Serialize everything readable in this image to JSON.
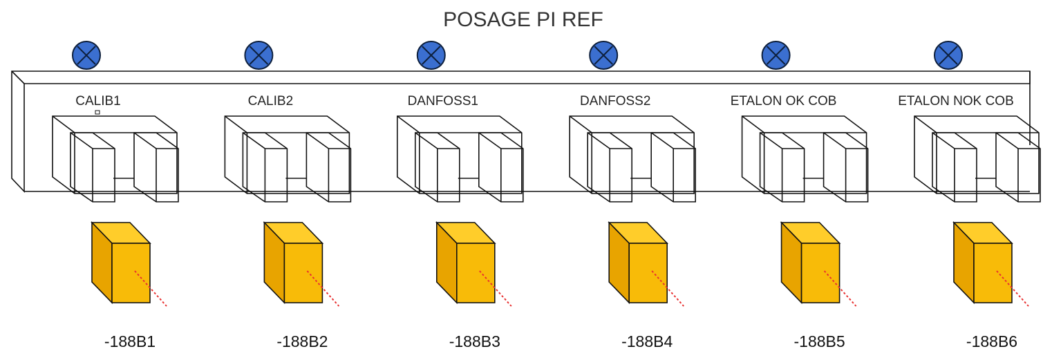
{
  "title": "POSAGE PI REF",
  "colors": {
    "indicator_fill": "#3b6fd0",
    "indicator_stroke": "#0d1f3c",
    "sensor_front": "#f8bb08",
    "sensor_side": "#e8a400",
    "sensor_top": "#ffcd2a",
    "laser": "#e83030",
    "outline": "#111111"
  },
  "stations": [
    {
      "name": "CALIB1",
      "sensor": "-188B1",
      "indicator_icon": "indicator-lamp-icon"
    },
    {
      "name": "CALIB2",
      "sensor": "-188B2",
      "indicator_icon": "indicator-lamp-icon"
    },
    {
      "name": "DANFOSS1",
      "sensor": "-188B3",
      "indicator_icon": "indicator-lamp-icon"
    },
    {
      "name": "DANFOSS2",
      "sensor": "-188B4",
      "indicator_icon": "indicator-lamp-icon"
    },
    {
      "name": "ETALON OK COB",
      "sensor": "-188B5",
      "indicator_icon": "indicator-lamp-icon"
    },
    {
      "name": "ETALON NOK COB",
      "sensor": "-188B6",
      "indicator_icon": "indicator-lamp-icon"
    }
  ]
}
